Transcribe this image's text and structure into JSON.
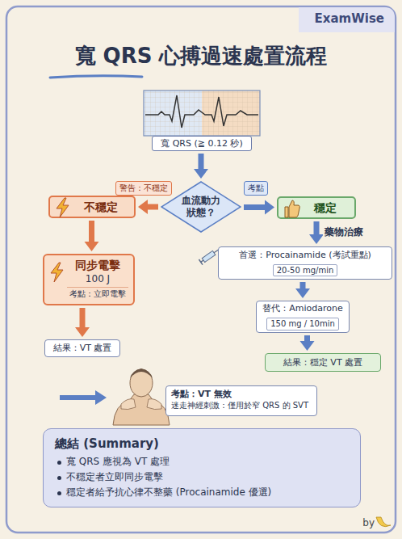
{
  "diagram": {
    "title": "寬 QRS 心搏過速處置流程",
    "nodes": [
      {
        "text": [
          "寬 QRS (≧ 0.12 秒)"
        ]
      },
      {
        "text": [
          "血流動力 狀態？"
        ]
      },
      {
        "text": [
          "不穩定"
        ]
      },
      {
        "text": [
          "穩定"
        ]
      },
      {
        "text": [
          "同步電擊",
          "100 J",
          "考點：立即電擊"
        ]
      },
      {
        "text": [
          "首選：Procainamide (考試重點)",
          "20-50 mg/min"
        ]
      },
      {
        "text": [
          "替代：Amiodarone",
          "150 mg / 10min"
        ]
      },
      {
        "text": [
          "結果：VT 處置"
        ]
      },
      {
        "text": [
          "結果：穩定 VT 處置"
        ]
      },
      {
        "text": [
          "考點：VT 無效",
          "迷走神經刺激：僅用於窄 QRS 的 SVT"
        ]
      },
      {
        "text": [
          "總結 (Summary)",
          "寬 QRS 應視為 VT 處理",
          "不穩定者立即同步電擊",
          "穩定者給予抗心律不整藥 (Procainamide 優選)"
        ]
      }
    ],
    "edges": [
      {
        "from": 0,
        "to": 1,
        "arrow": "to"
      },
      {
        "from": 1,
        "to": 2,
        "label": "警告：不穩定",
        "arrow": "to"
      },
      {
        "from": 1,
        "to": 3,
        "label": "考點",
        "arrow": "to"
      },
      {
        "from": 2,
        "to": 4,
        "arrow": "to"
      },
      {
        "from": 4,
        "to": 7,
        "arrow": "to"
      },
      {
        "from": 3,
        "to": 5,
        "label": "藥物治療",
        "arrow": "to"
      },
      {
        "from": 5,
        "to": 6,
        "arrow": "to"
      },
      {
        "from": 6,
        "to": 8,
        "arrow": "to"
      }
    ],
    "labels": [
      "ExamWise",
      "by"
    ]
  }
}
